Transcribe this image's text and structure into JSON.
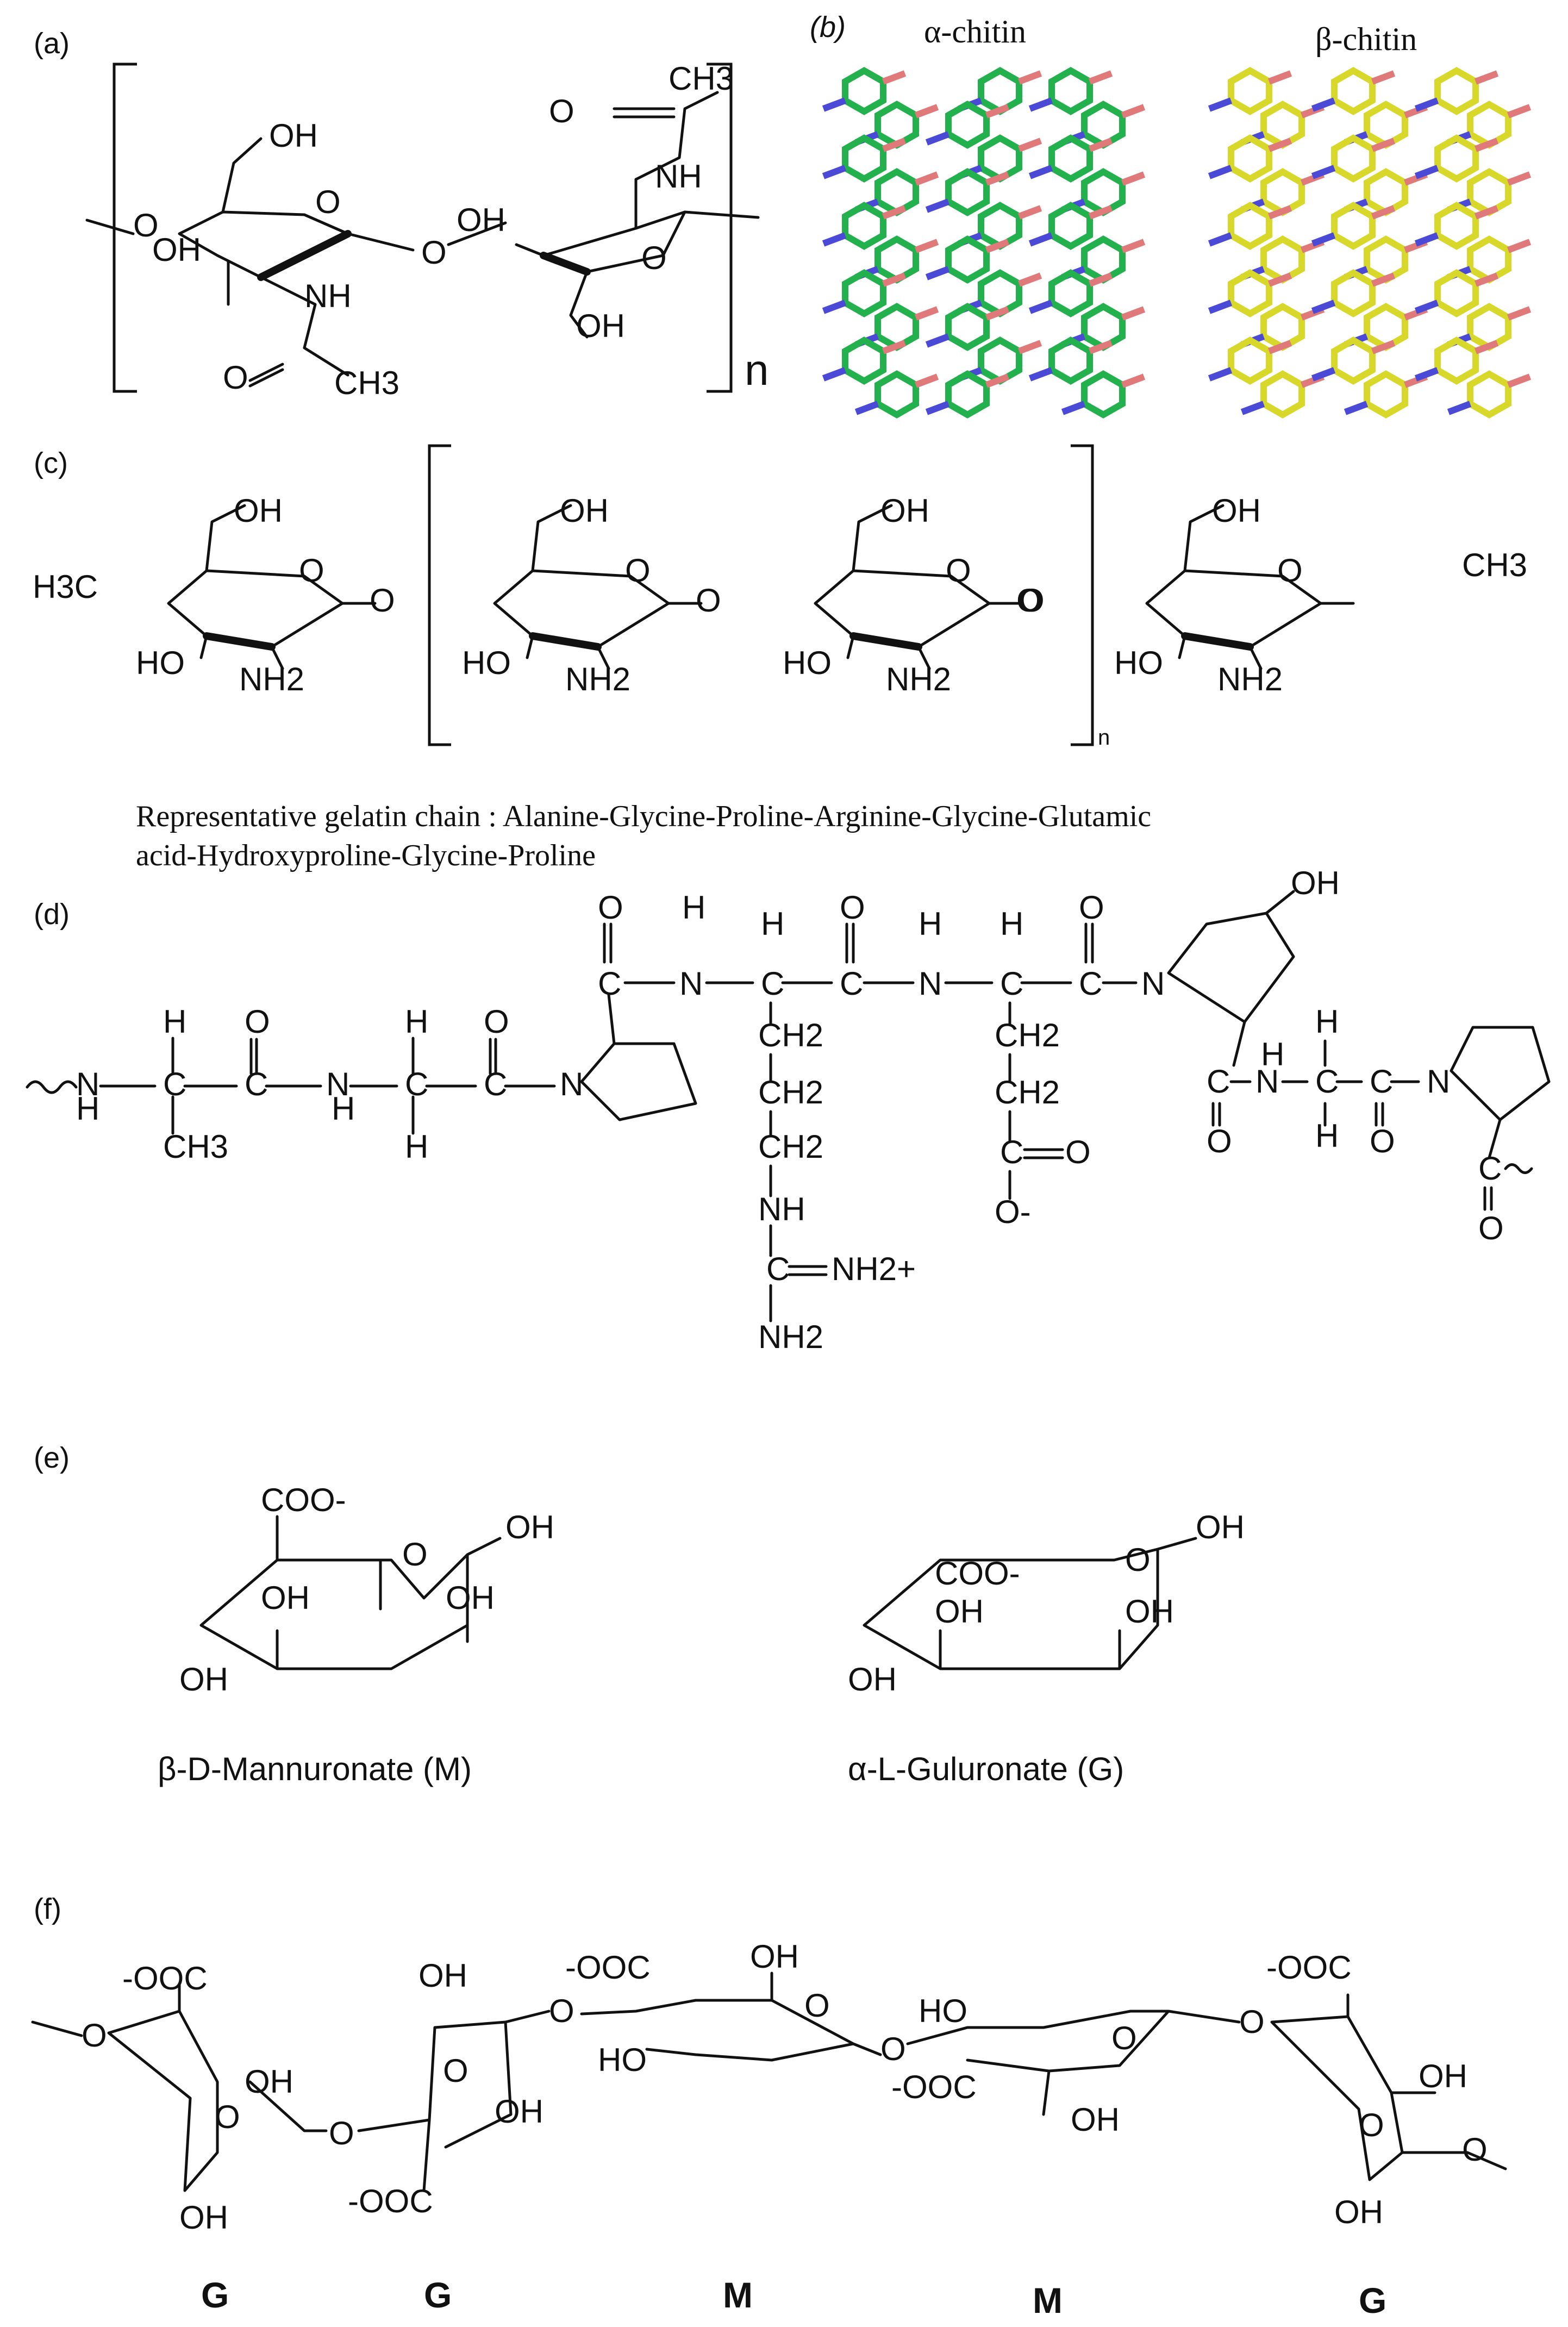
{
  "panels": {
    "a": {
      "label": "(a)",
      "repeat": "n",
      "atoms": {
        "oh_top": "OH",
        "o_ring1": "O",
        "o_left": "O",
        "oh_left": "OH",
        "nh_left": "NH",
        "o_acetyl_left": "O",
        "ch3_left": "CH3",
        "o_link": "O",
        "oh_ring2": "OH",
        "o_ring2": "O",
        "oh_bottom": "OH",
        "nh_right": "NH",
        "o_acetyl_right": "O",
        "ch3_right": "CH3"
      }
    },
    "b": {
      "label": "(b)",
      "title_alpha": "α-chitin",
      "title_beta": "β-chitin",
      "colors": {
        "alpha_carbon": "#22b14c",
        "beta_carbon": "#d8d82a",
        "oxygen": "#e07a7a",
        "nitrogen": "#4a4ad6"
      }
    },
    "c": {
      "label": "(c)",
      "repeat": "n",
      "atoms": {
        "h3c": "H3C",
        "oh": "OH",
        "ho": "HO",
        "nh2": "NH2",
        "o": "O",
        "ch3": "CH3"
      }
    },
    "gelatin_caption": {
      "line1": "Representative gelatin chain : Alanine-Glycine-Proline-Arginine-Glycine-Glutamic",
      "line2": "acid-Hydroxyproline-Glycine-Proline"
    },
    "d": {
      "label": "(d)",
      "atoms": {
        "n": "N",
        "h": "H",
        "o": "O",
        "c": "C",
        "ch3": "CH3",
        "ch2": "CH2",
        "nh": "NH",
        "nh2": "NH2",
        "nh2_plus": "NH2+",
        "o_minus": "O-",
        "oh": "OH"
      }
    },
    "e": {
      "label": "(e)",
      "atoms": {
        "coo_minus": "COO-",
        "o": "O",
        "oh": "OH"
      },
      "caption_m": "β-D-Mannuronate (M)",
      "caption_g": "α-L-Guluronate (G)"
    },
    "f": {
      "label": "(f)",
      "atoms": {
        "ooc_minus": "-OOC",
        "oh": "OH",
        "ho": "HO",
        "o": "O"
      },
      "units": [
        "G",
        "G",
        "M",
        "M",
        "G"
      ]
    }
  }
}
